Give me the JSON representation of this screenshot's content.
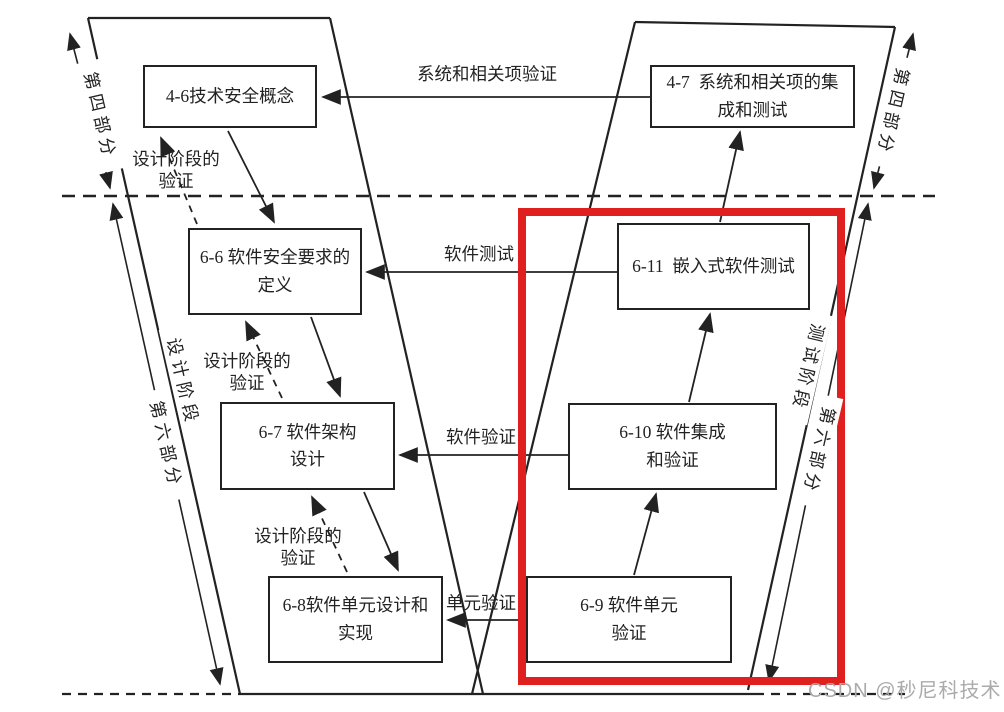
{
  "boxes": {
    "b46": {
      "line1": "4-6技术安全概念"
    },
    "b47": {
      "line1": "4-7  系统和相关项的集",
      "line2": "成和测试"
    },
    "b66": {
      "line1": "6-6 软件安全要求的",
      "line2": "定义"
    },
    "b611": {
      "line1": "6-11  嵌入式软件测试"
    },
    "b67": {
      "line1": "6-7 软件架构",
      "line2": "设计"
    },
    "b610": {
      "line1": "6-10 软件集成",
      "line2": "和验证"
    },
    "b68": {
      "line1": "6-8软件单元设计和",
      "line2": "实现"
    },
    "b69": {
      "line1": "6-9 软件单元",
      "line2": "验证"
    }
  },
  "flow_labels": {
    "system_verification": "系统和相关项验证",
    "software_test": "软件测试",
    "software_verification": "软件验证",
    "unit_verification": "单元验证"
  },
  "design_phase_verification": {
    "top": {
      "line1": "设计阶段的",
      "line2": "验证"
    },
    "middle": {
      "line1": "设计阶段的",
      "line2": "验证"
    },
    "bottom": {
      "line1": "设计阶段的",
      "line2": "验证"
    }
  },
  "side_labels": {
    "left_part4": "第四部分",
    "left_design_phase": "设计阶段",
    "left_part6": "第六部分",
    "right_part4": "第四部分",
    "right_test_phase": "测试阶段",
    "right_part6": "第六部分"
  },
  "watermark": "CSDN @秒尼科技术",
  "colors": {
    "line": "#222222",
    "highlight_box": "#e0201e",
    "watermark": "#ababab"
  }
}
